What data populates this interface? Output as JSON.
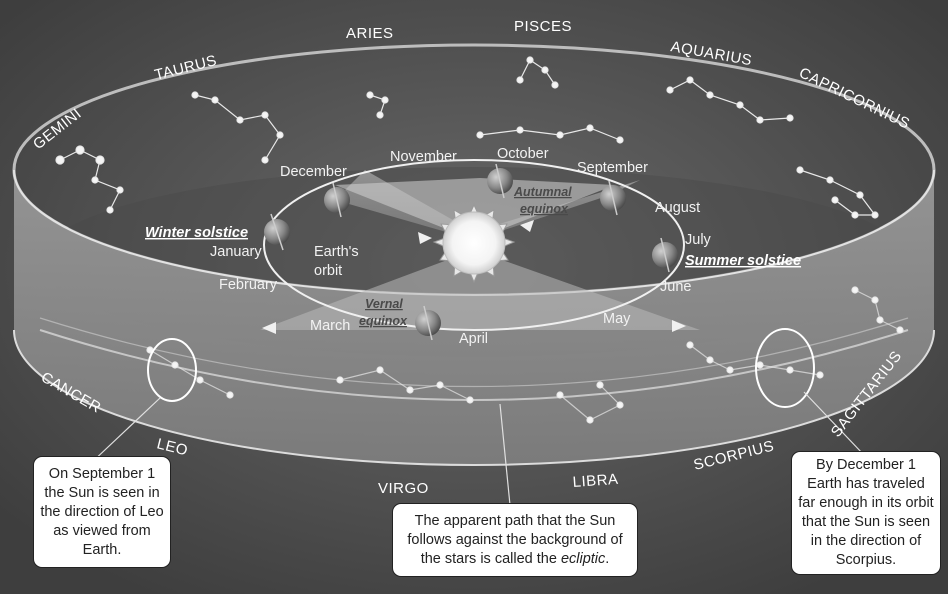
{
  "constellations": {
    "aries": "ARIES",
    "pisces": "PISCES",
    "aquarius": "AQUARIUS",
    "capricornius": "CAPRICORNIUS",
    "taurus": "TAURUS",
    "gemini": "GEMINI",
    "cancer": "CANCER",
    "leo": "LEO",
    "virgo": "VIRGO",
    "libra": "LIBRA",
    "scorpius": "SCORPIUS",
    "sagittarius": "SAGITTARIUS"
  },
  "months": {
    "january": "January",
    "february": "February",
    "march": "March",
    "april": "April",
    "may": "May",
    "june": "June",
    "july": "July",
    "august": "August",
    "september": "September",
    "october": "October",
    "november": "November",
    "december": "December"
  },
  "events": {
    "winter_solstice": "Winter solstice",
    "summer_solstice": "Summer solstice",
    "autumnal_1": "Autumnal",
    "autumnal_2": "equinox",
    "vernal_1": "Vernal",
    "vernal_2": "equinox"
  },
  "orbit_label": {
    "line1": "Earth's",
    "line2": "orbit"
  },
  "callouts": {
    "leo": "On September 1 the Sun is seen in the direction of Leo as viewed from Earth.",
    "ecliptic_pre": "The apparent path that the Sun follows against the background of the stars is called the ",
    "ecliptic_em": "ecliptic",
    "ecliptic_post": ".",
    "scorpius": "By December 1 Earth has traveled far enough in its orbit that the Sun is seen in the direction of Scorpius."
  }
}
